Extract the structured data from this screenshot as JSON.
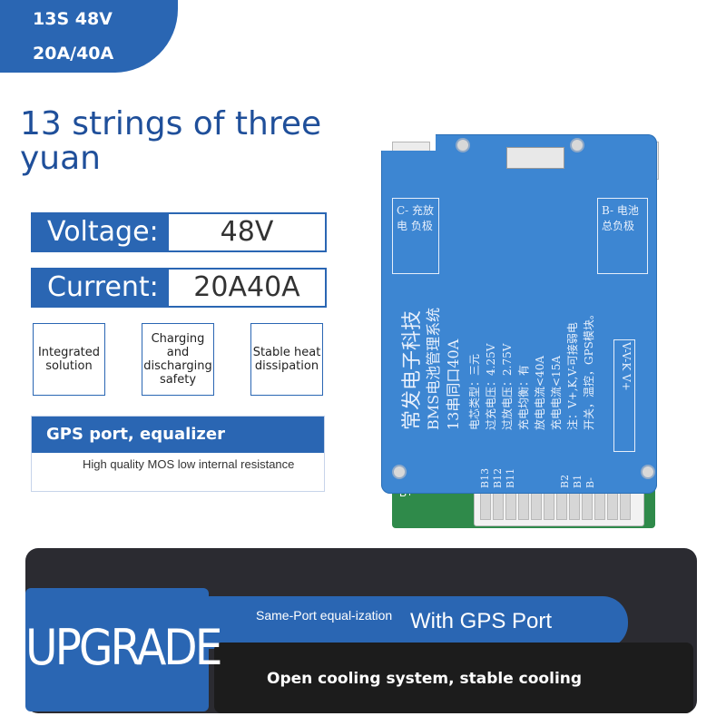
{
  "badge": {
    "line1": "13S 48V",
    "line2": "20A/40A"
  },
  "headline": "13 strings of three yuan",
  "specs": {
    "voltage": {
      "label": "Voltage:",
      "value": "48V"
    },
    "current": {
      "label": "Current:",
      "value": "20A40A"
    }
  },
  "features": [
    "Integrated solution",
    "Charging and discharging safety",
    "Stable heat dissipation"
  ],
  "gps": {
    "title": "GPS port, equalizer protection",
    "desc": "High quality MOS low internal resistance"
  },
  "board": {
    "left_label": "C- 充放电 负极",
    "right_label": "B- 电池 总负极",
    "brand": "常发电子科技",
    "system": "BMS电池管理系统",
    "model": "13串同口40A",
    "specs_lines": [
      "电芯类型：三元",
      "过充电压：4.25V",
      "过放电压：2.75V",
      "充电均衡：有",
      "放电电流<40A",
      "充电电流<15A",
      "注：V+,K,V-可接弱电",
      "开关，温控，GPS模块。"
    ],
    "pins": [
      "B13",
      "B12",
      "B11",
      "B2",
      "B1",
      "B-"
    ],
    "right_pins": "V-V-K V+",
    "pcb_label": "B+"
  },
  "upgrade": {
    "label": "UPGRADE",
    "equalization": "Same-Port equal-ization",
    "gps_port": "With GPS Port",
    "cooling": "Open cooling system, stable cooling"
  },
  "colors": {
    "brand_blue": "#2a66b3",
    "cover_blue": "#3d86d2",
    "dark": "#1c1c1c"
  }
}
